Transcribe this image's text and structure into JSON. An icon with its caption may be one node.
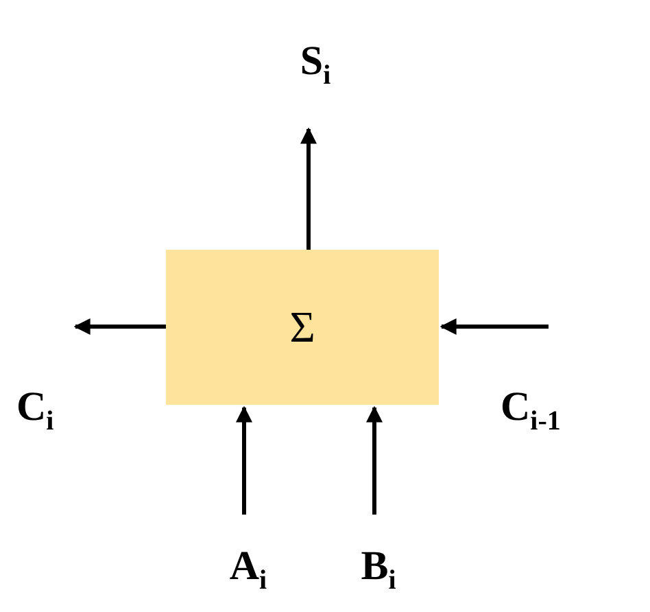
{
  "diagram": {
    "nodes": [
      {
        "text": [
          "Σ"
        ]
      },
      {
        "text": [
          "S$_{i}$"
        ]
      },
      {
        "text": [
          "A$_{i}$"
        ]
      },
      {
        "text": [
          "B$_{i}$"
        ]
      }
    ],
    "edges": [
      {
        "from": 0,
        "to": 1,
        "arrow": "to"
      },
      {
        "from": 0,
        "to": null,
        "arrow": "to"
      },
      {
        "from": null,
        "to": 0,
        "arrow": "to"
      },
      {
        "from": 2,
        "to": 0,
        "arrow": "to"
      },
      {
        "from": 3,
        "to": 0,
        "arrow": "to"
      }
    ],
    "labels": [
      "C$_{i}$",
      "C$_{i-1}$"
    ]
  }
}
